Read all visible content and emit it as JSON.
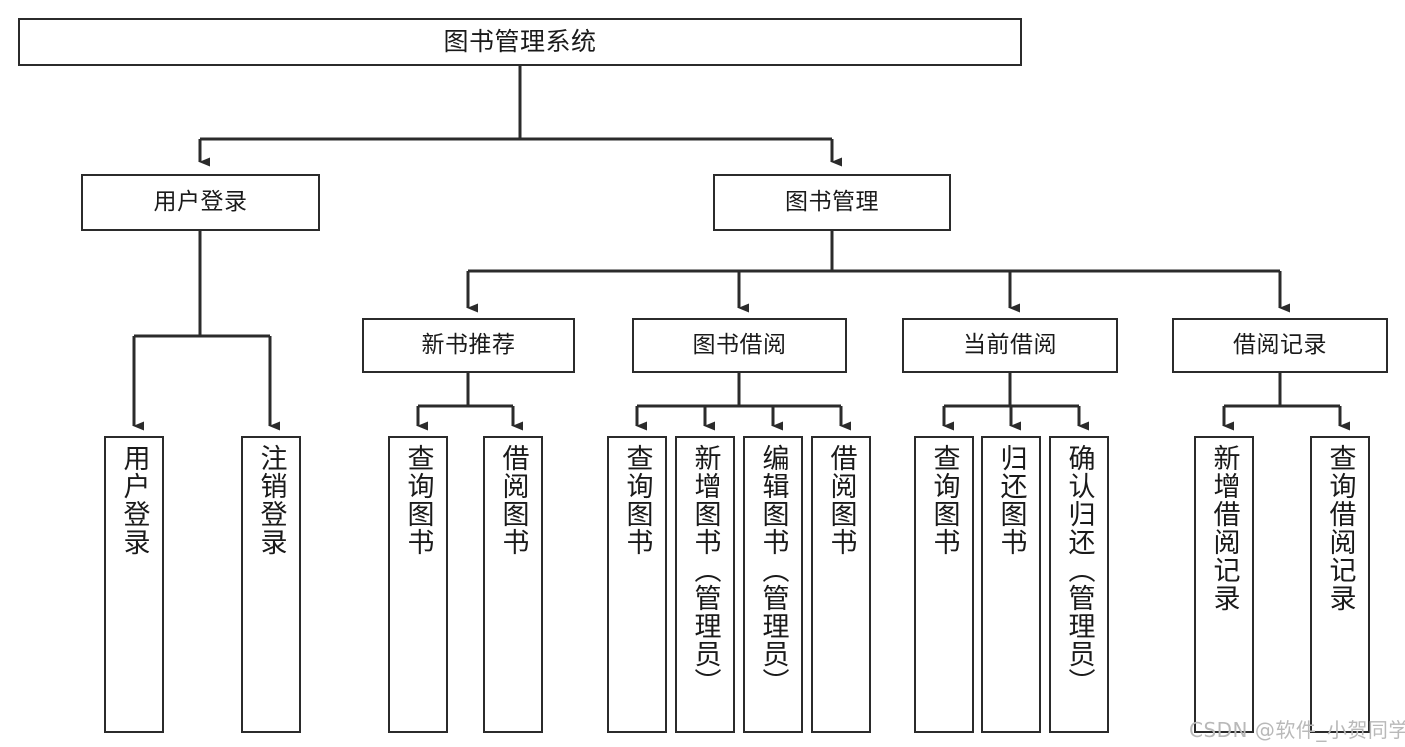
{
  "diagram": {
    "title": "图书管理系统",
    "type": "tree-hierarchy-chart",
    "root": {
      "id": "root",
      "label": "图书管理系统"
    },
    "level1": [
      {
        "id": "user-login",
        "label": "用户登录"
      },
      {
        "id": "book-management",
        "label": "图书管理"
      }
    ],
    "level2": [
      {
        "id": "new-book-recommend",
        "label": "新书推荐",
        "parent": "book-management"
      },
      {
        "id": "book-borrow",
        "label": "图书借阅",
        "parent": "book-management"
      },
      {
        "id": "current-borrow",
        "label": "当前借阅",
        "parent": "book-management"
      },
      {
        "id": "borrow-record",
        "label": "借阅记录",
        "parent": "book-management"
      }
    ],
    "leaves": {
      "user_login": [
        {
          "id": "leaf-user-login",
          "label": "用户登录"
        },
        {
          "id": "leaf-logout-login",
          "label": "注销登录"
        }
      ],
      "new_book_recommend": [
        {
          "id": "leaf-query-book-1",
          "label": "查询图书"
        },
        {
          "id": "leaf-borrow-book-1",
          "label": "借阅图书"
        }
      ],
      "book_borrow": [
        {
          "id": "leaf-query-book-2",
          "label": "查询图书"
        },
        {
          "id": "leaf-add-book",
          "label": "新增图书（管理员）"
        },
        {
          "id": "leaf-edit-book",
          "label": "编辑图书（管理员）"
        },
        {
          "id": "leaf-borrow-book-2",
          "label": "借阅图书"
        }
      ],
      "current_borrow": [
        {
          "id": "leaf-query-book-3",
          "label": "查询图书"
        },
        {
          "id": "leaf-return-book",
          "label": "归还图书"
        },
        {
          "id": "leaf-confirm-return",
          "label": "确认归还（管理员）"
        }
      ],
      "borrow_record": [
        {
          "id": "leaf-add-record",
          "label": "新增借阅记录"
        },
        {
          "id": "leaf-query-record",
          "label": "查询借阅记录"
        }
      ]
    },
    "colors": {
      "stroke": "#2b2b2b",
      "fill": "#ffffff",
      "text": "#1a1a1a",
      "watermark": "#b9b9b9"
    }
  },
  "watermark": {
    "text": "CSDN @软件_小贺同学"
  }
}
